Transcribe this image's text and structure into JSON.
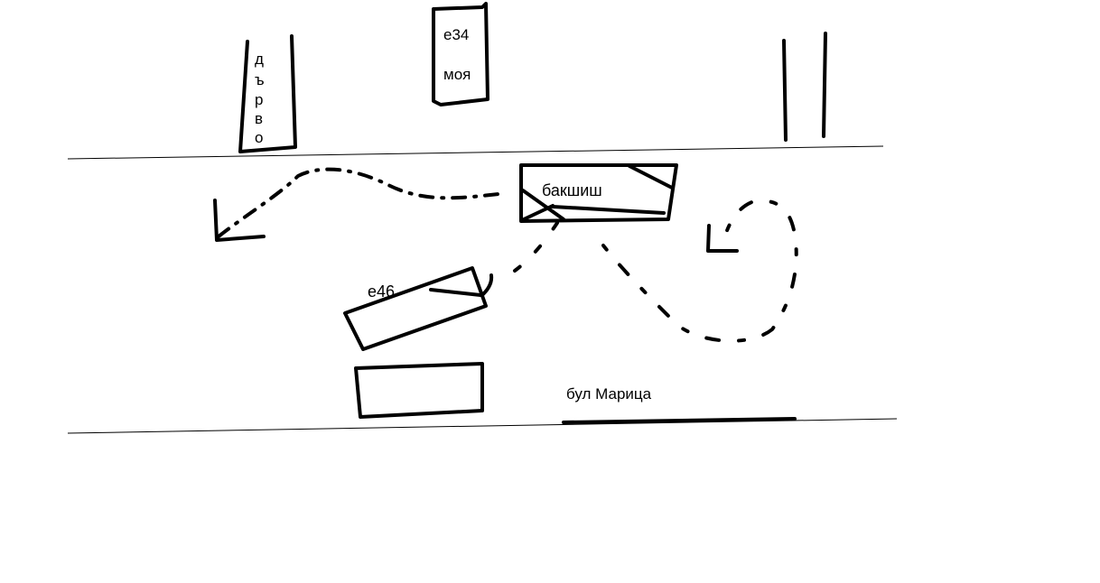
{
  "labels": {
    "tree_letters": [
      "д",
      "ъ",
      "р",
      "в",
      "о"
    ],
    "car_e34_model": "е34",
    "car_e34_owner": "моя",
    "car_tip": "бакшиш",
    "car_e46": "е46",
    "street": "бул Марица"
  },
  "colors": {
    "ink": "#000000",
    "background": "#ffffff"
  }
}
